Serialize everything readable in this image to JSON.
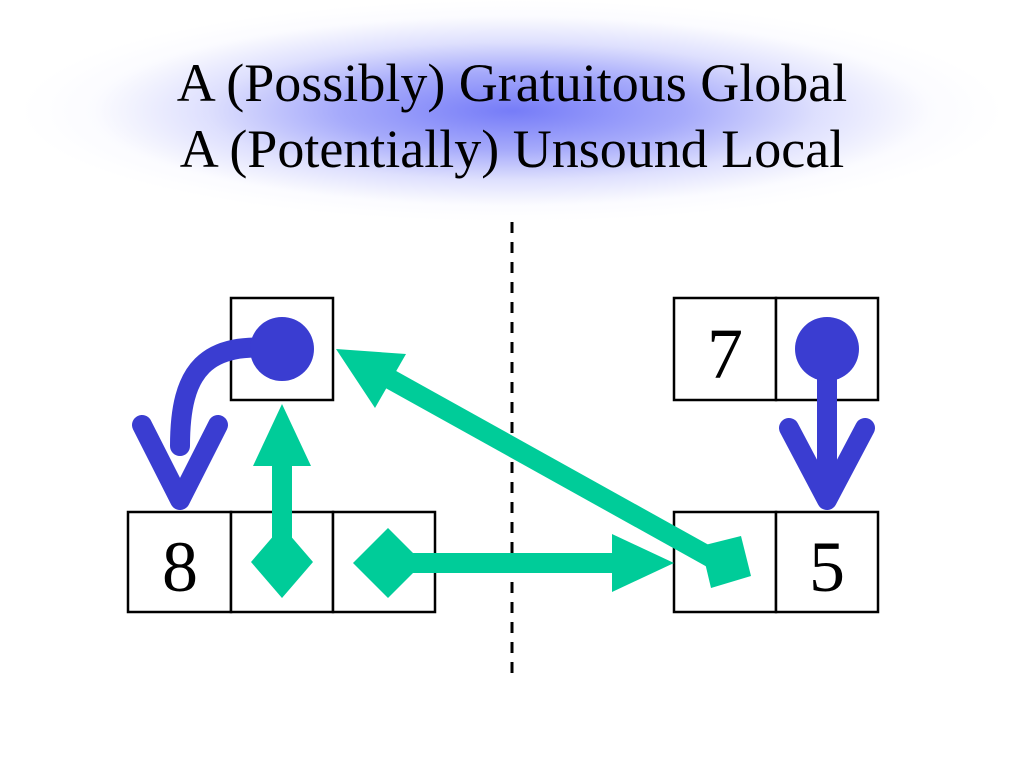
{
  "title": {
    "line1": "A (Possibly) Gratuitous Global",
    "line2": "A (Potentially) Unsound Local"
  },
  "cells": {
    "right_top_value": "7",
    "left_bottom_value": "8",
    "right_bottom_value": "5"
  },
  "colors": {
    "pointer_blue": "#3a3dd1",
    "edge_green": "#00cc99",
    "title_glow": "#767cf8",
    "box_stroke": "#000000",
    "divider": "#000000"
  },
  "icons": {
    "pointer_source": "filled-circle",
    "edge_endpoint": "diamond",
    "edge_head": "arrowhead"
  }
}
